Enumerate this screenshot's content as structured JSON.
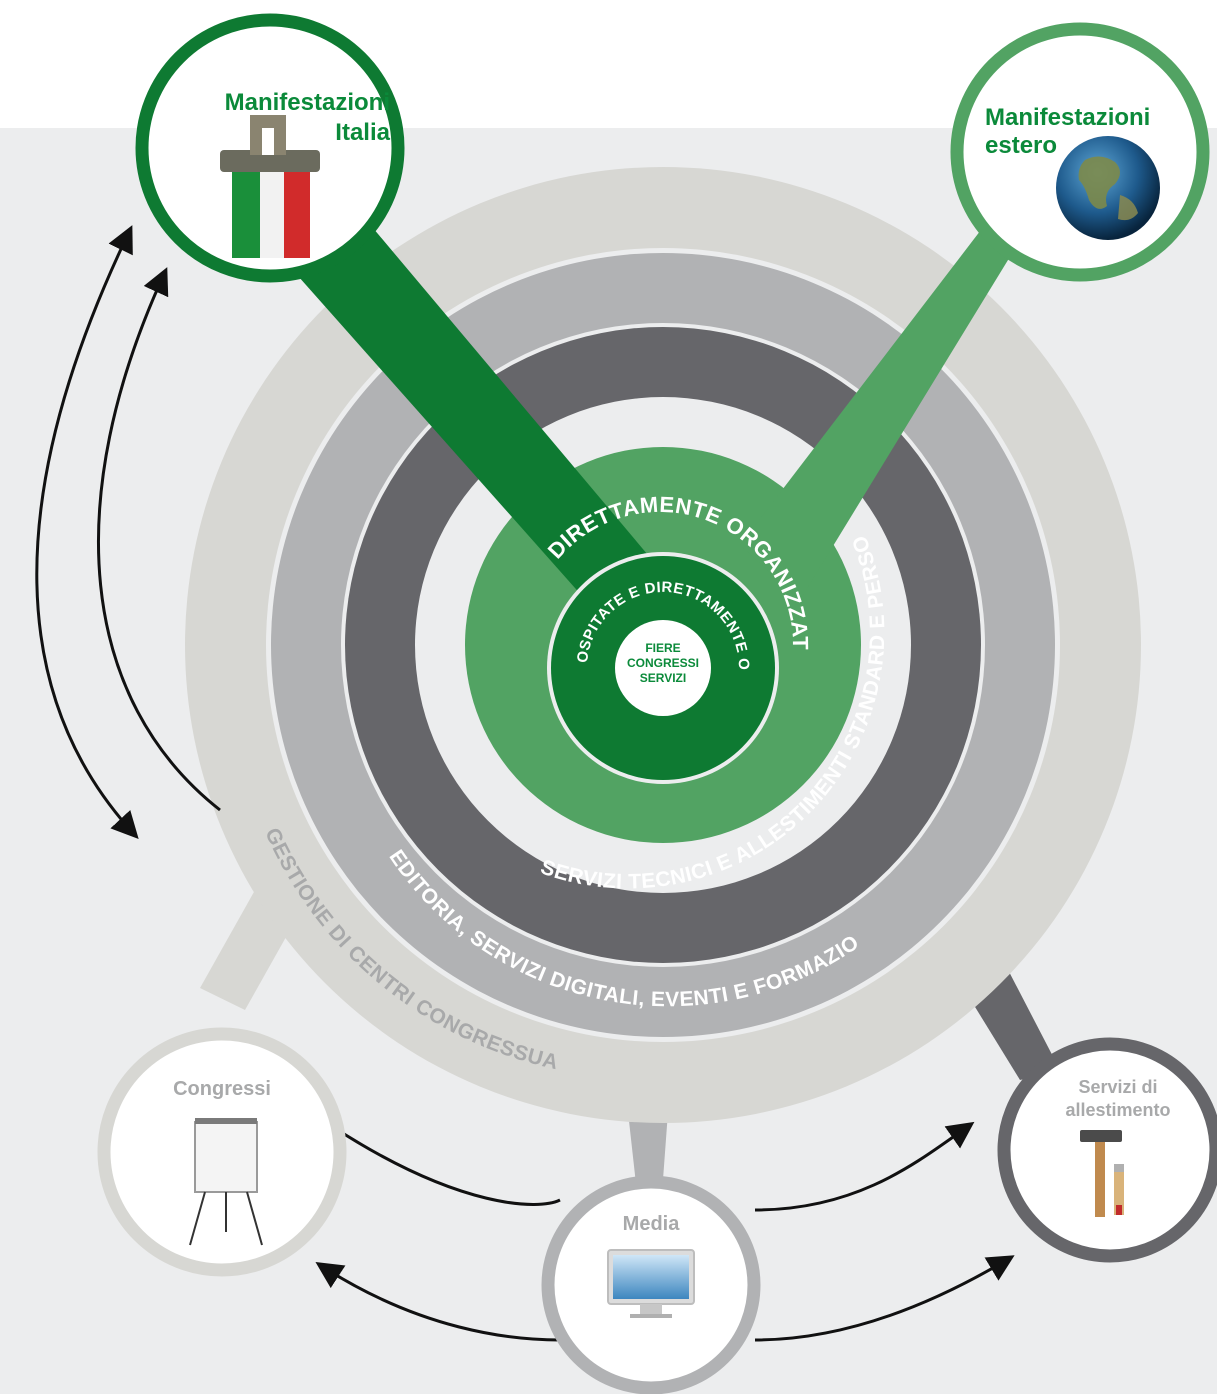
{
  "colors": {
    "background": "#ecedee",
    "ring_outer": "#d7d7d3",
    "ring_light_grey": "#b1b2b4",
    "ring_dark_grey": "#66666a",
    "ring_green": "#52a363",
    "core_dark_green": "#0e7a32",
    "label_green": "#0b8a3a",
    "label_grey": "#a8a9aa"
  },
  "nodes": {
    "italia": {
      "line1": "Manifestazioni",
      "line2": "Italia",
      "icon": "italy-souvenirs-icon"
    },
    "estero": {
      "line1": "Manifestazioni",
      "line2": "estero",
      "icon": "globe-icon"
    },
    "congressi": {
      "label": "Congressi",
      "icon": "flipchart-icon"
    },
    "media": {
      "label": "Media",
      "icon": "monitor-icon"
    },
    "allestimento": {
      "line1": "Servizi di",
      "line2": "allestimento",
      "icon": "hammer-brush-icon"
    }
  },
  "rings": {
    "outer": "GESTIONE DI CENTRI CONGRESSUALI",
    "light": "EDITORIA, SERVIZI DIGITALI, EVENTI E FORMAZIONE",
    "dark": "SERVIZI TECNICI E ALLESTIMENTI STANDARD E PERSONALIZZATI",
    "green": "DIRETTAMENTE ORGANIZZATE",
    "core": "OSPITATE E DIRETTAMENTE ORGANIZZATE"
  },
  "center": {
    "line1": "FIERE",
    "line2": "CONGRESSI",
    "line3": "SERVIZI"
  }
}
